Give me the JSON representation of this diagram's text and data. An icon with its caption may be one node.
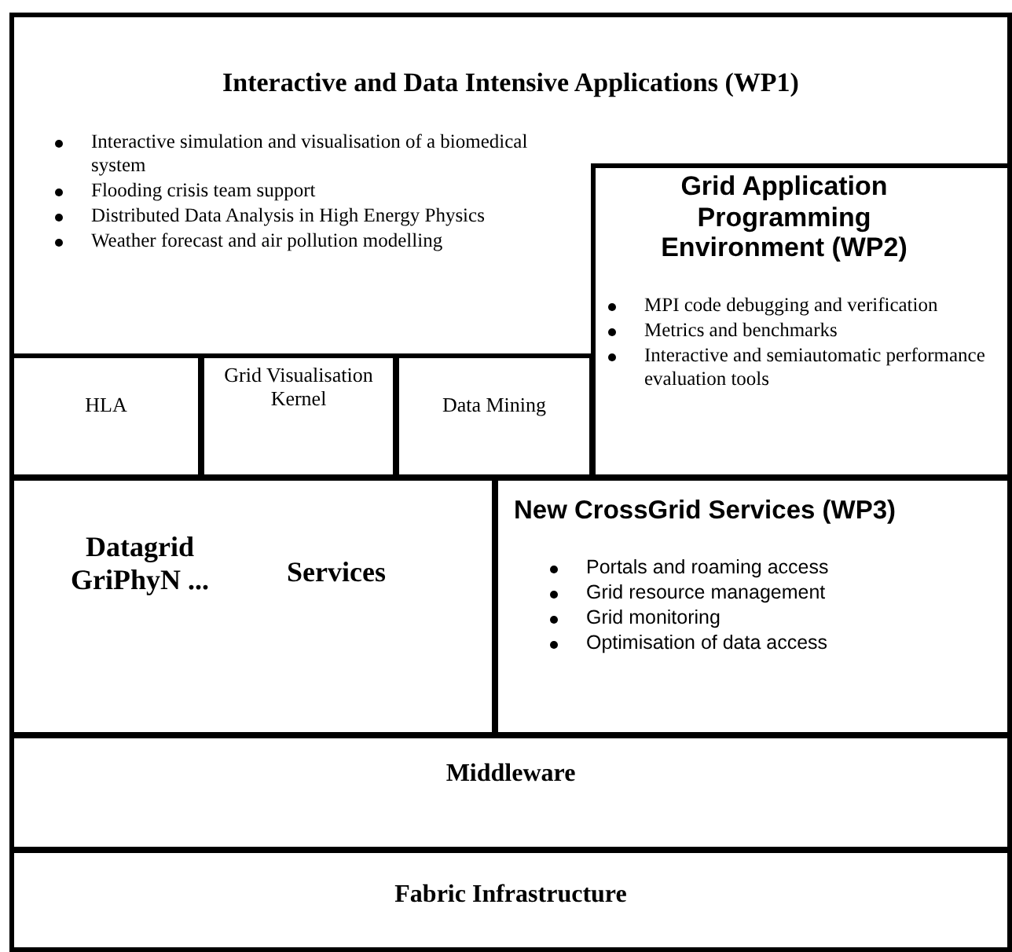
{
  "diagram": {
    "nodes": [
      {
        "text": [
          "Interactive and Data Intensive Applications (WP1)",
          "Interactive simulation and visualisation of a biomedical system",
          "Flooding crisis team support",
          "Distributed Data Analysis in High Energy Physics",
          "Weather forecast and air pollution modelling"
        ]
      },
      {
        "text": [
          "HLA"
        ],
        "in": 0
      },
      {
        "text": [
          "Grid Visualisation Kernel"
        ],
        "in": 0
      },
      {
        "text": [
          "Data Mining"
        ],
        "in": 0
      },
      {
        "text": [
          "Grid Application Programming Environment (WP2)",
          "MPI code debugging and verification",
          "Metrics and benchmarks",
          "Interactive and semiautomatic performance evaluation tools"
        ],
        "in": 0
      },
      {
        "text": [
          "Datagrid GriPhyN ...",
          "Services"
        ]
      },
      {
        "text": [
          "New CrossGrid Services (WP3)",
          "Portals and roaming access",
          "Grid resource management",
          "Grid monitoring",
          "Optimisation of data access"
        ]
      },
      {
        "text": [
          "Middleware"
        ]
      },
      {
        "text": [
          "Fabric Infrastructure"
        ]
      }
    ]
  }
}
